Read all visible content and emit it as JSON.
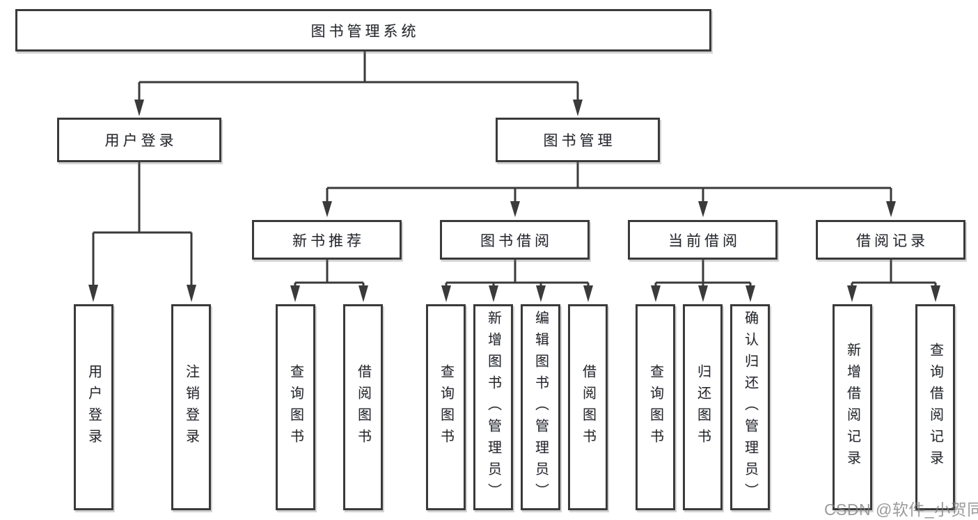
{
  "tree": {
    "label": "图书管理系统",
    "children": [
      {
        "label": "用户登录",
        "children": [
          {
            "label": "用户登录"
          },
          {
            "label": "注销登录"
          }
        ]
      },
      {
        "label": "图书管理",
        "children": [
          {
            "label": "新书推荐",
            "children": [
              {
                "label": "查询图书"
              },
              {
                "label": "借阅图书"
              }
            ]
          },
          {
            "label": "图书借阅",
            "children": [
              {
                "label": "查询图书"
              },
              {
                "label": "新增图书（管理员）"
              },
              {
                "label": "编辑图书（管理员）"
              },
              {
                "label": "借阅图书"
              }
            ]
          },
          {
            "label": "当前借阅",
            "children": [
              {
                "label": "查询图书"
              },
              {
                "label": "归还图书"
              },
              {
                "label": "确认归还（管理员）"
              }
            ]
          },
          {
            "label": "借阅记录",
            "children": [
              {
                "label": "新增借阅记录"
              },
              {
                "label": "查询借阅记录"
              }
            ]
          }
        ]
      }
    ]
  },
  "watermark": {
    "text": "CSDN @软件_小贺同学"
  },
  "colors": {
    "line": "#3a3a3a",
    "text": "#262626",
    "background": "#ffffff",
    "watermark": "#9e9e9e"
  }
}
